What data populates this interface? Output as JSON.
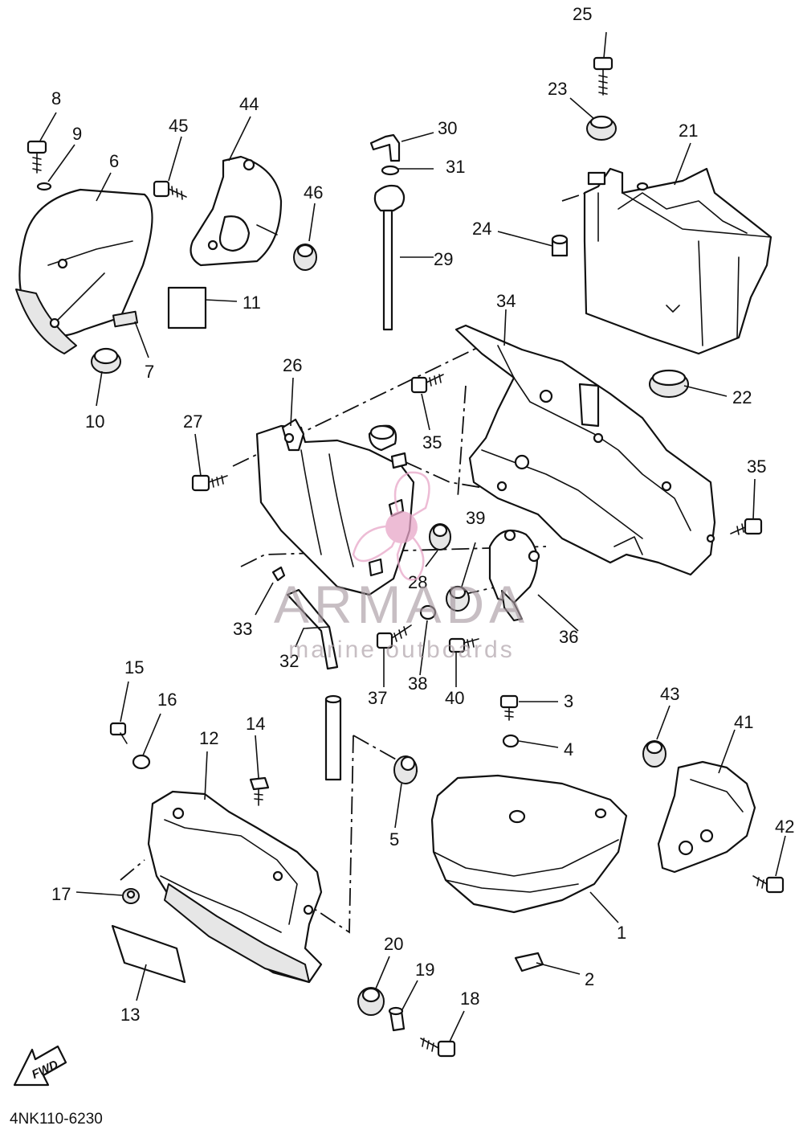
{
  "diagram_code": "4NK110-6230",
  "watermark": {
    "brand": "ARMADA",
    "tagline": "marine outboards",
    "color": "#e8a6c8"
  },
  "fwd_label": "FWD",
  "callouts": [
    "1",
    "2",
    "3",
    "4",
    "5",
    "6",
    "7",
    "8",
    "9",
    "10",
    "11",
    "12",
    "13",
    "14",
    "15",
    "16",
    "17",
    "18",
    "19",
    "20",
    "21",
    "22",
    "23",
    "24",
    "25",
    "26",
    "27",
    "28",
    "29",
    "30",
    "31",
    "32",
    "33",
    "34",
    "35",
    "35",
    "36",
    "37",
    "38",
    "39",
    "40",
    "41",
    "42",
    "43",
    "44",
    "45",
    "46"
  ]
}
